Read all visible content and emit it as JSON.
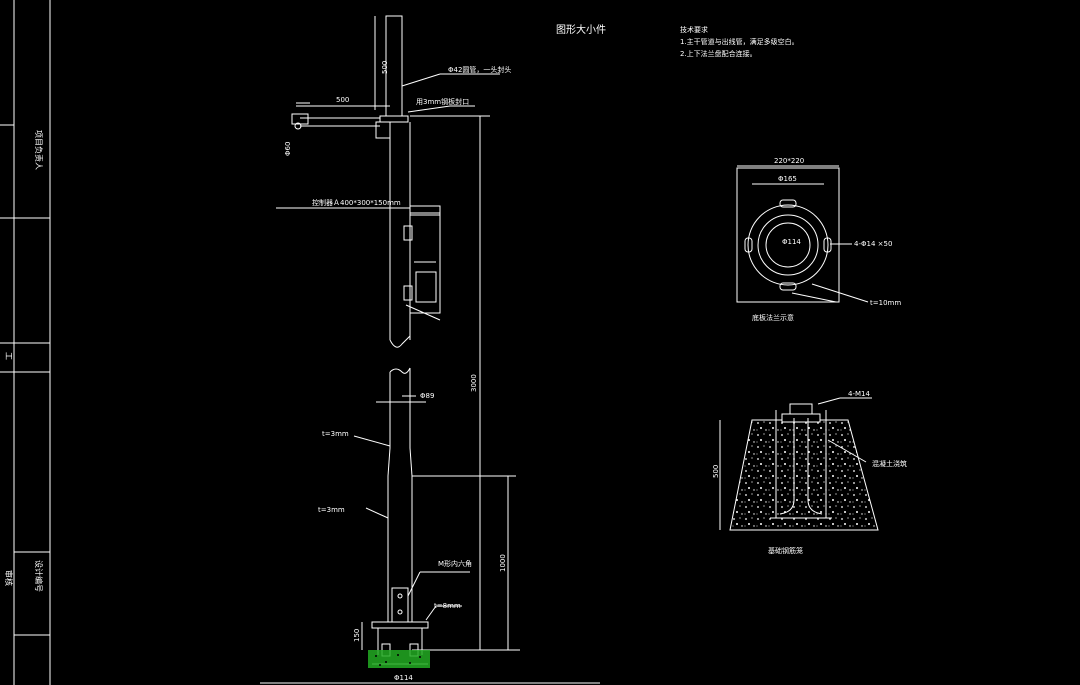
{
  "colors": {
    "background": "#000000",
    "line": "#ffffff",
    "ground_fill": "#22aa22"
  },
  "title_block": {
    "row1": "项目负责人",
    "row2": "工",
    "row3": "设计编号",
    "row4": "审核"
  },
  "drawing_title": "图形大小件",
  "tech_notes": {
    "heading": "技术要求",
    "line1": "1.主干管道与出线管，满足多级空白。",
    "line2": "2.上下法兰盘配合连接。"
  },
  "pole": {
    "top_dim": "500",
    "arm_dim": "500",
    "arm_side_dim": "Φ60",
    "top_callout": "Φ42圆管，一头封头",
    "ring_callout": "用3mm钢板封口",
    "box_callout": "控制器Ａ400*300*150mm",
    "tube_dim": "Φ89",
    "height_total": "3000",
    "height_lower": "1000",
    "thickness_upper": "t=3mm",
    "thickness_lower": "t=3mm",
    "hinge_callout": "M形内六角",
    "plate_callout": "t=8mm",
    "base_dim": "150",
    "base_diameter": "Φ114"
  },
  "flange": {
    "outer_dim": "220*220",
    "bolt_circle": "Φ165",
    "inner_dim": "Φ114",
    "holes": "4-Φ14 ×50",
    "thickness": "t=10mm",
    "caption": "底板法兰示意"
  },
  "foundation": {
    "bolts": "4-M14",
    "depth": "500",
    "material": "混凝土浇筑",
    "caption": "基础钢筋笼"
  }
}
